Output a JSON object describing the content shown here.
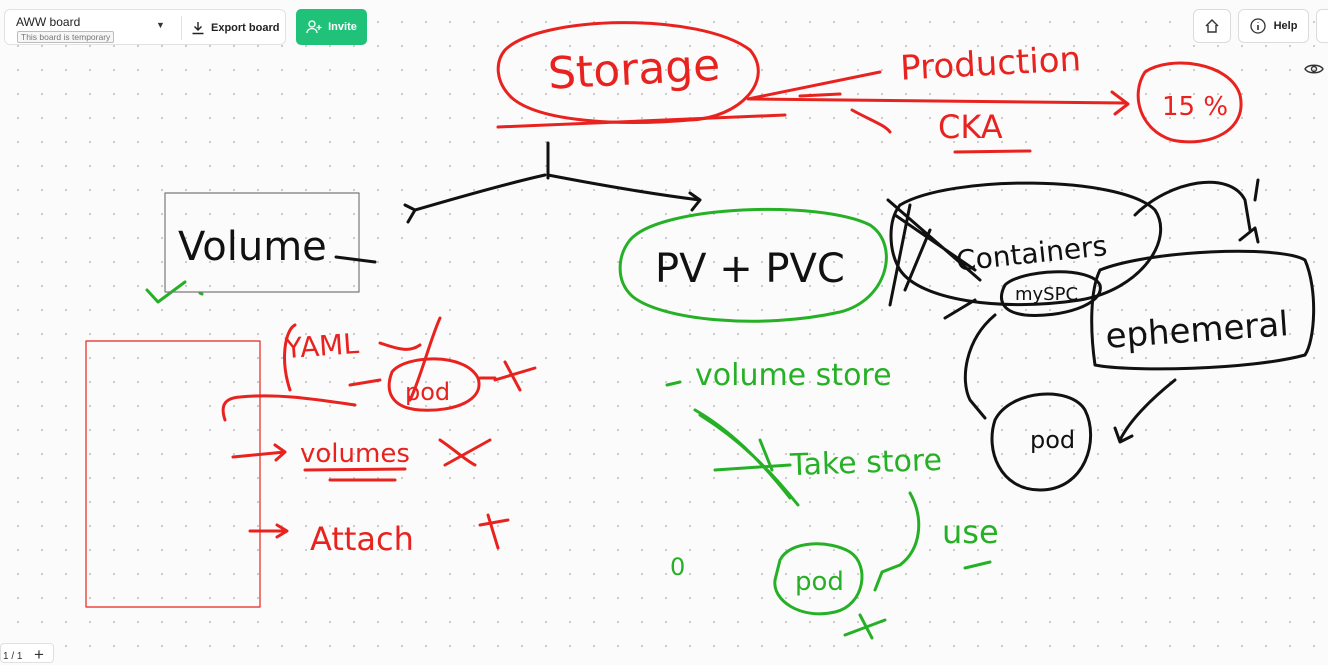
{
  "header": {
    "board_name": "AWW board",
    "temporary_badge": "This board is temporary",
    "export_label": "Export board",
    "invite_label": "Invite",
    "help_label": "Help"
  },
  "footer": {
    "page_indicator": "1 / 1",
    "add_page": "+"
  },
  "whiteboard": {
    "storage": "Storage",
    "production": "Production",
    "percent": "15 %",
    "cka": "CKA",
    "volume": "Volume",
    "pv_pvc": "PV + PVC",
    "containers": "Containers",
    "myspc": "mySPC",
    "ephemeral": "ephemeral",
    "pod_black": "pod",
    "yaml": "YAML",
    "pod_red": "pod",
    "volumes": "volumes",
    "attach": "Attach",
    "volume_store": "volume store",
    "take_store": "Take store",
    "use": "use",
    "pod_green": "pod",
    "zero": "0"
  },
  "colors": {
    "invite_green": "#20c27a",
    "ink_red": "#e8231f",
    "ink_green": "#26b026",
    "ink_black": "#111111"
  }
}
